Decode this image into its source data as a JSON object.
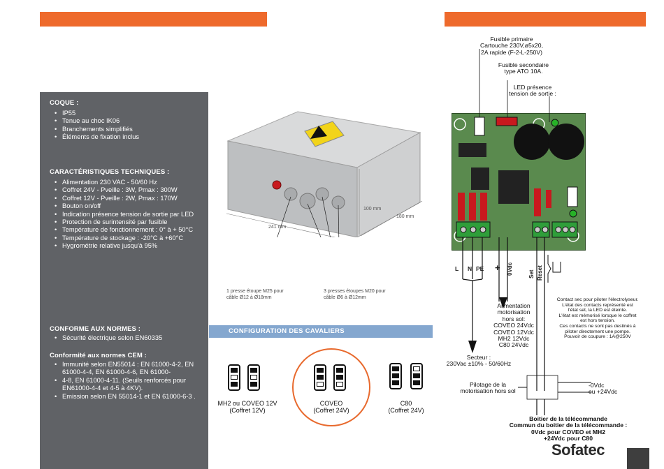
{
  "colors": {
    "accent_orange": "#ee6a2c",
    "panel_grey": "#606266",
    "config_blue": "#84a7cf",
    "circle_orange": "#e86a2e"
  },
  "specs": {
    "coque_title": "COQUE :",
    "coque_items": [
      "IP55",
      "Tenue au choc IK06",
      "Branchements simplifiés",
      "Éléments de fixation inclus"
    ],
    "tech_title": "CARACTÉRISTIQUES TECHNIQUES :",
    "tech_items": [
      "Alimentation 230 VAC - 50/60 Hz",
      "Coffret 24V - Pveille : 3W, Pmax : 300W",
      "Coffret 12V - Pveille : 2W, Pmax : 170W",
      "Bouton on/off",
      "Indication présence tension de sortie par LED",
      "Protection de surintensité par fusible",
      "Température de fonctionnement : 0° à + 50°C",
      "Température de stockage : -20°C à +60°C",
      "Hygrométrie relative jusqu'à 95%"
    ],
    "normes_title": "CONFORME AUX NORMES :",
    "normes_items": [
      "Sécurité électrique selon EN60335"
    ],
    "cem_title": "Conformité aux normes CEM :",
    "cem_items": [
      "Immunité selon EN55014 : EN 61000-4-2, EN 61000-4-4, EN 61000-4-6, EN 61000-",
      "4-8, EN 61000-4-11. (Seuils renforcés pour EN61000-4-4 et 4-5 à 4KV).",
      "Emission selon EN 55014-1 et EN 61000-6-3 ."
    ]
  },
  "product": {
    "dim_height": "100 mm",
    "dim_depth": "180 mm",
    "dim_width": "241 mm",
    "caption_left": [
      "1 presse étoupe M25 pour",
      "câble Ø12 à Ø18mm"
    ],
    "caption_right": [
      "3 presses étoupes M20 pour",
      "câble Ø6 à Ø12mm"
    ]
  },
  "config": {
    "title": "CONFIGURATION DES CAVALIERS",
    "options": [
      {
        "line1": "MH2 ou COVEO 12V",
        "line2": "(Coffret 12V)"
      },
      {
        "line1": "COVEO",
        "line2": "(Coffret 24V)"
      },
      {
        "line1": "C80",
        "line2": "(Coffret 24V)"
      }
    ]
  },
  "diagram": {
    "fuse_primary": [
      "Fusible primaire",
      "Cartouche 230V,ø5x20,",
      "2A rapide (F-2-L-250V)"
    ],
    "fuse_secondary": [
      "Fusible secondaire",
      "type ATO 10A."
    ],
    "led": [
      "LED présence",
      "tension de sortie :"
    ],
    "terminals": {
      "l": "L",
      "n": "N",
      "pe": "PE",
      "plus": "+",
      "zero_vdc": "0Vdc",
      "set": "Set",
      "reset": "Reset"
    },
    "alimentation": [
      "Alimentation",
      "motorisation",
      "hors sol:",
      "COVEO 24Vdc",
      "COVEO 12Vdc",
      "MH2 12Vdc",
      "C80 24Vdc"
    ],
    "secteur": [
      "Secteur :",
      "230Vac ±10% - 50/60Hz"
    ],
    "contact": [
      "Contact sec pour piloter l'électrolyseur.",
      "L'état des contacts représenté est",
      "l'état set, la LED est éteinte.",
      "L'état est mémorisé lorsque le coffret",
      "est hors tension.",
      "Ces contacts ne sont pas destinés à",
      "piloter directement une pompe.",
      "Pouvoir de coupure : 1A@250V"
    ],
    "pilotage": [
      "Pilotage de la",
      "motorisation hors sol"
    ],
    "vdc_labels": [
      "-0Vdc",
      "ou +24Vdc"
    ],
    "boitier": [
      "Boitier de la télécommande",
      "Commun du boitier de la télécommande :",
      "0Vdc pour COVEO et MH2",
      "+24Vdc pour C80"
    ]
  },
  "brand": "Sofatec"
}
